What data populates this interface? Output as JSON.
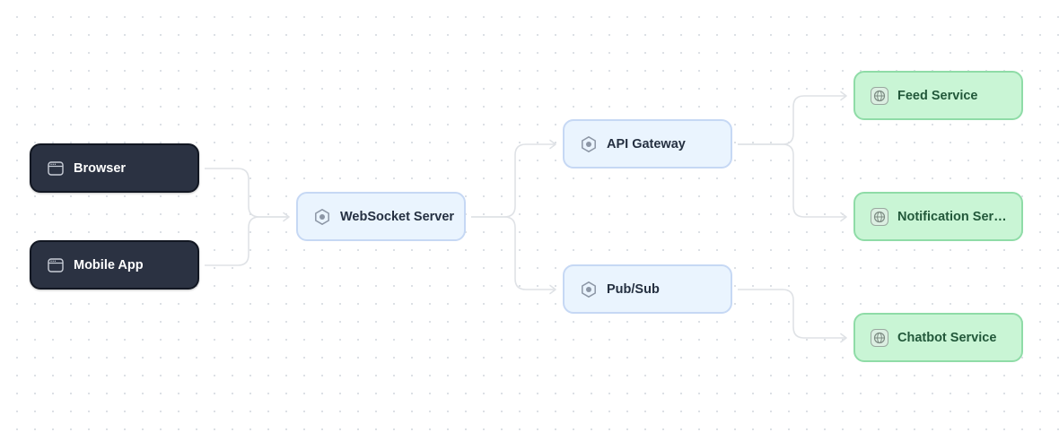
{
  "diagram": {
    "nodes": [
      {
        "id": "browser",
        "label": "Browser",
        "kind": "client",
        "icon": "browser-window-icon"
      },
      {
        "id": "mobile",
        "label": "Mobile App",
        "kind": "client",
        "icon": "browser-window-icon"
      },
      {
        "id": "ws",
        "label": "WebSocket Server",
        "kind": "server",
        "icon": "hexagon-icon"
      },
      {
        "id": "gateway",
        "label": "API Gateway",
        "kind": "server",
        "icon": "hexagon-icon"
      },
      {
        "id": "pubsub",
        "label": "Pub/Sub",
        "kind": "server",
        "icon": "hexagon-icon"
      },
      {
        "id": "feed",
        "label": "Feed Service",
        "kind": "service",
        "icon": "globe-icon"
      },
      {
        "id": "notif",
        "label": "Notification Service",
        "kind": "service",
        "icon": "globe-icon"
      },
      {
        "id": "chatbot",
        "label": "Chatbot Service",
        "kind": "service",
        "icon": "globe-icon"
      }
    ],
    "edges": [
      {
        "from": "browser",
        "to": "ws"
      },
      {
        "from": "mobile",
        "to": "ws"
      },
      {
        "from": "ws",
        "to": "gateway"
      },
      {
        "from": "ws",
        "to": "pubsub"
      },
      {
        "from": "gateway",
        "to": "feed"
      },
      {
        "from": "gateway",
        "to": "notif"
      },
      {
        "from": "pubsub",
        "to": "chatbot"
      }
    ],
    "colors": {
      "client_fill": "#2b3242",
      "server_fill": "#eaf4fe",
      "service_fill": "#c9f5d5",
      "edge": "#dfe2e6"
    }
  }
}
